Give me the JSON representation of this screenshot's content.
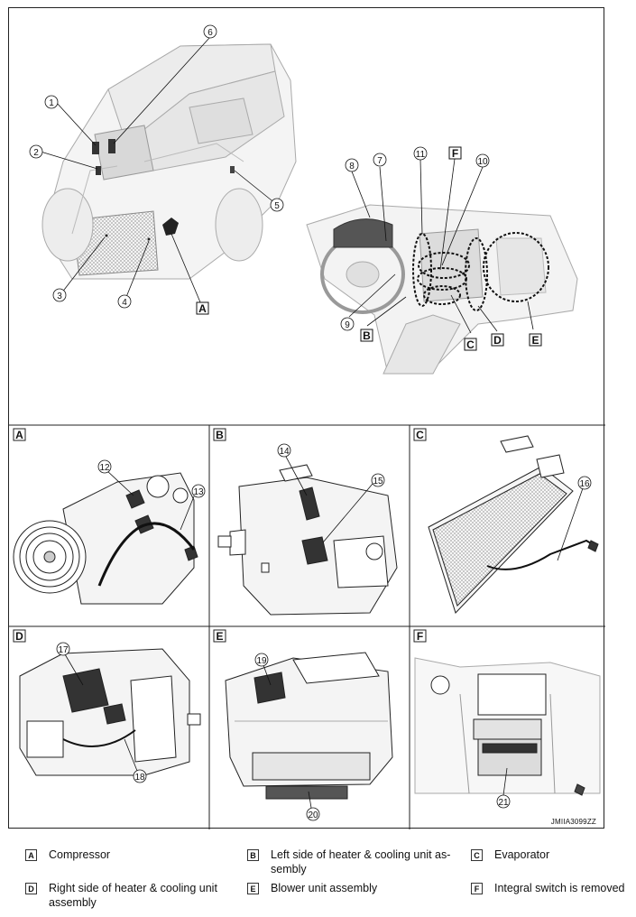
{
  "document_code": "JMIIA3099ZZ",
  "overview": {
    "vehicle_callouts": [
      "1",
      "2",
      "3",
      "4",
      "5",
      "6",
      "A"
    ],
    "dash_callouts": [
      "7",
      "8",
      "9",
      "10",
      "11",
      "F",
      "B",
      "C",
      "D",
      "E"
    ]
  },
  "panels": [
    {
      "letter": "A",
      "callouts": [
        "12",
        "13"
      ]
    },
    {
      "letter": "B",
      "callouts": [
        "14",
        "15"
      ]
    },
    {
      "letter": "C",
      "callouts": [
        "16"
      ]
    },
    {
      "letter": "D",
      "callouts": [
        "17",
        "18"
      ]
    },
    {
      "letter": "E",
      "callouts": [
        "19",
        "20"
      ]
    },
    {
      "letter": "F",
      "callouts": [
        "21"
      ]
    }
  ],
  "legend": [
    {
      "letter": "A",
      "text": "Compressor"
    },
    {
      "letter": "B",
      "text": "Left side of heater & cooling unit as-sembly"
    },
    {
      "letter": "C",
      "text": "Evaporator"
    },
    {
      "letter": "D",
      "text": "Right side of heater & cooling unit assembly"
    },
    {
      "letter": "E",
      "text": "Blower unit assembly"
    },
    {
      "letter": "F",
      "text": "Integral switch is removed"
    }
  ]
}
